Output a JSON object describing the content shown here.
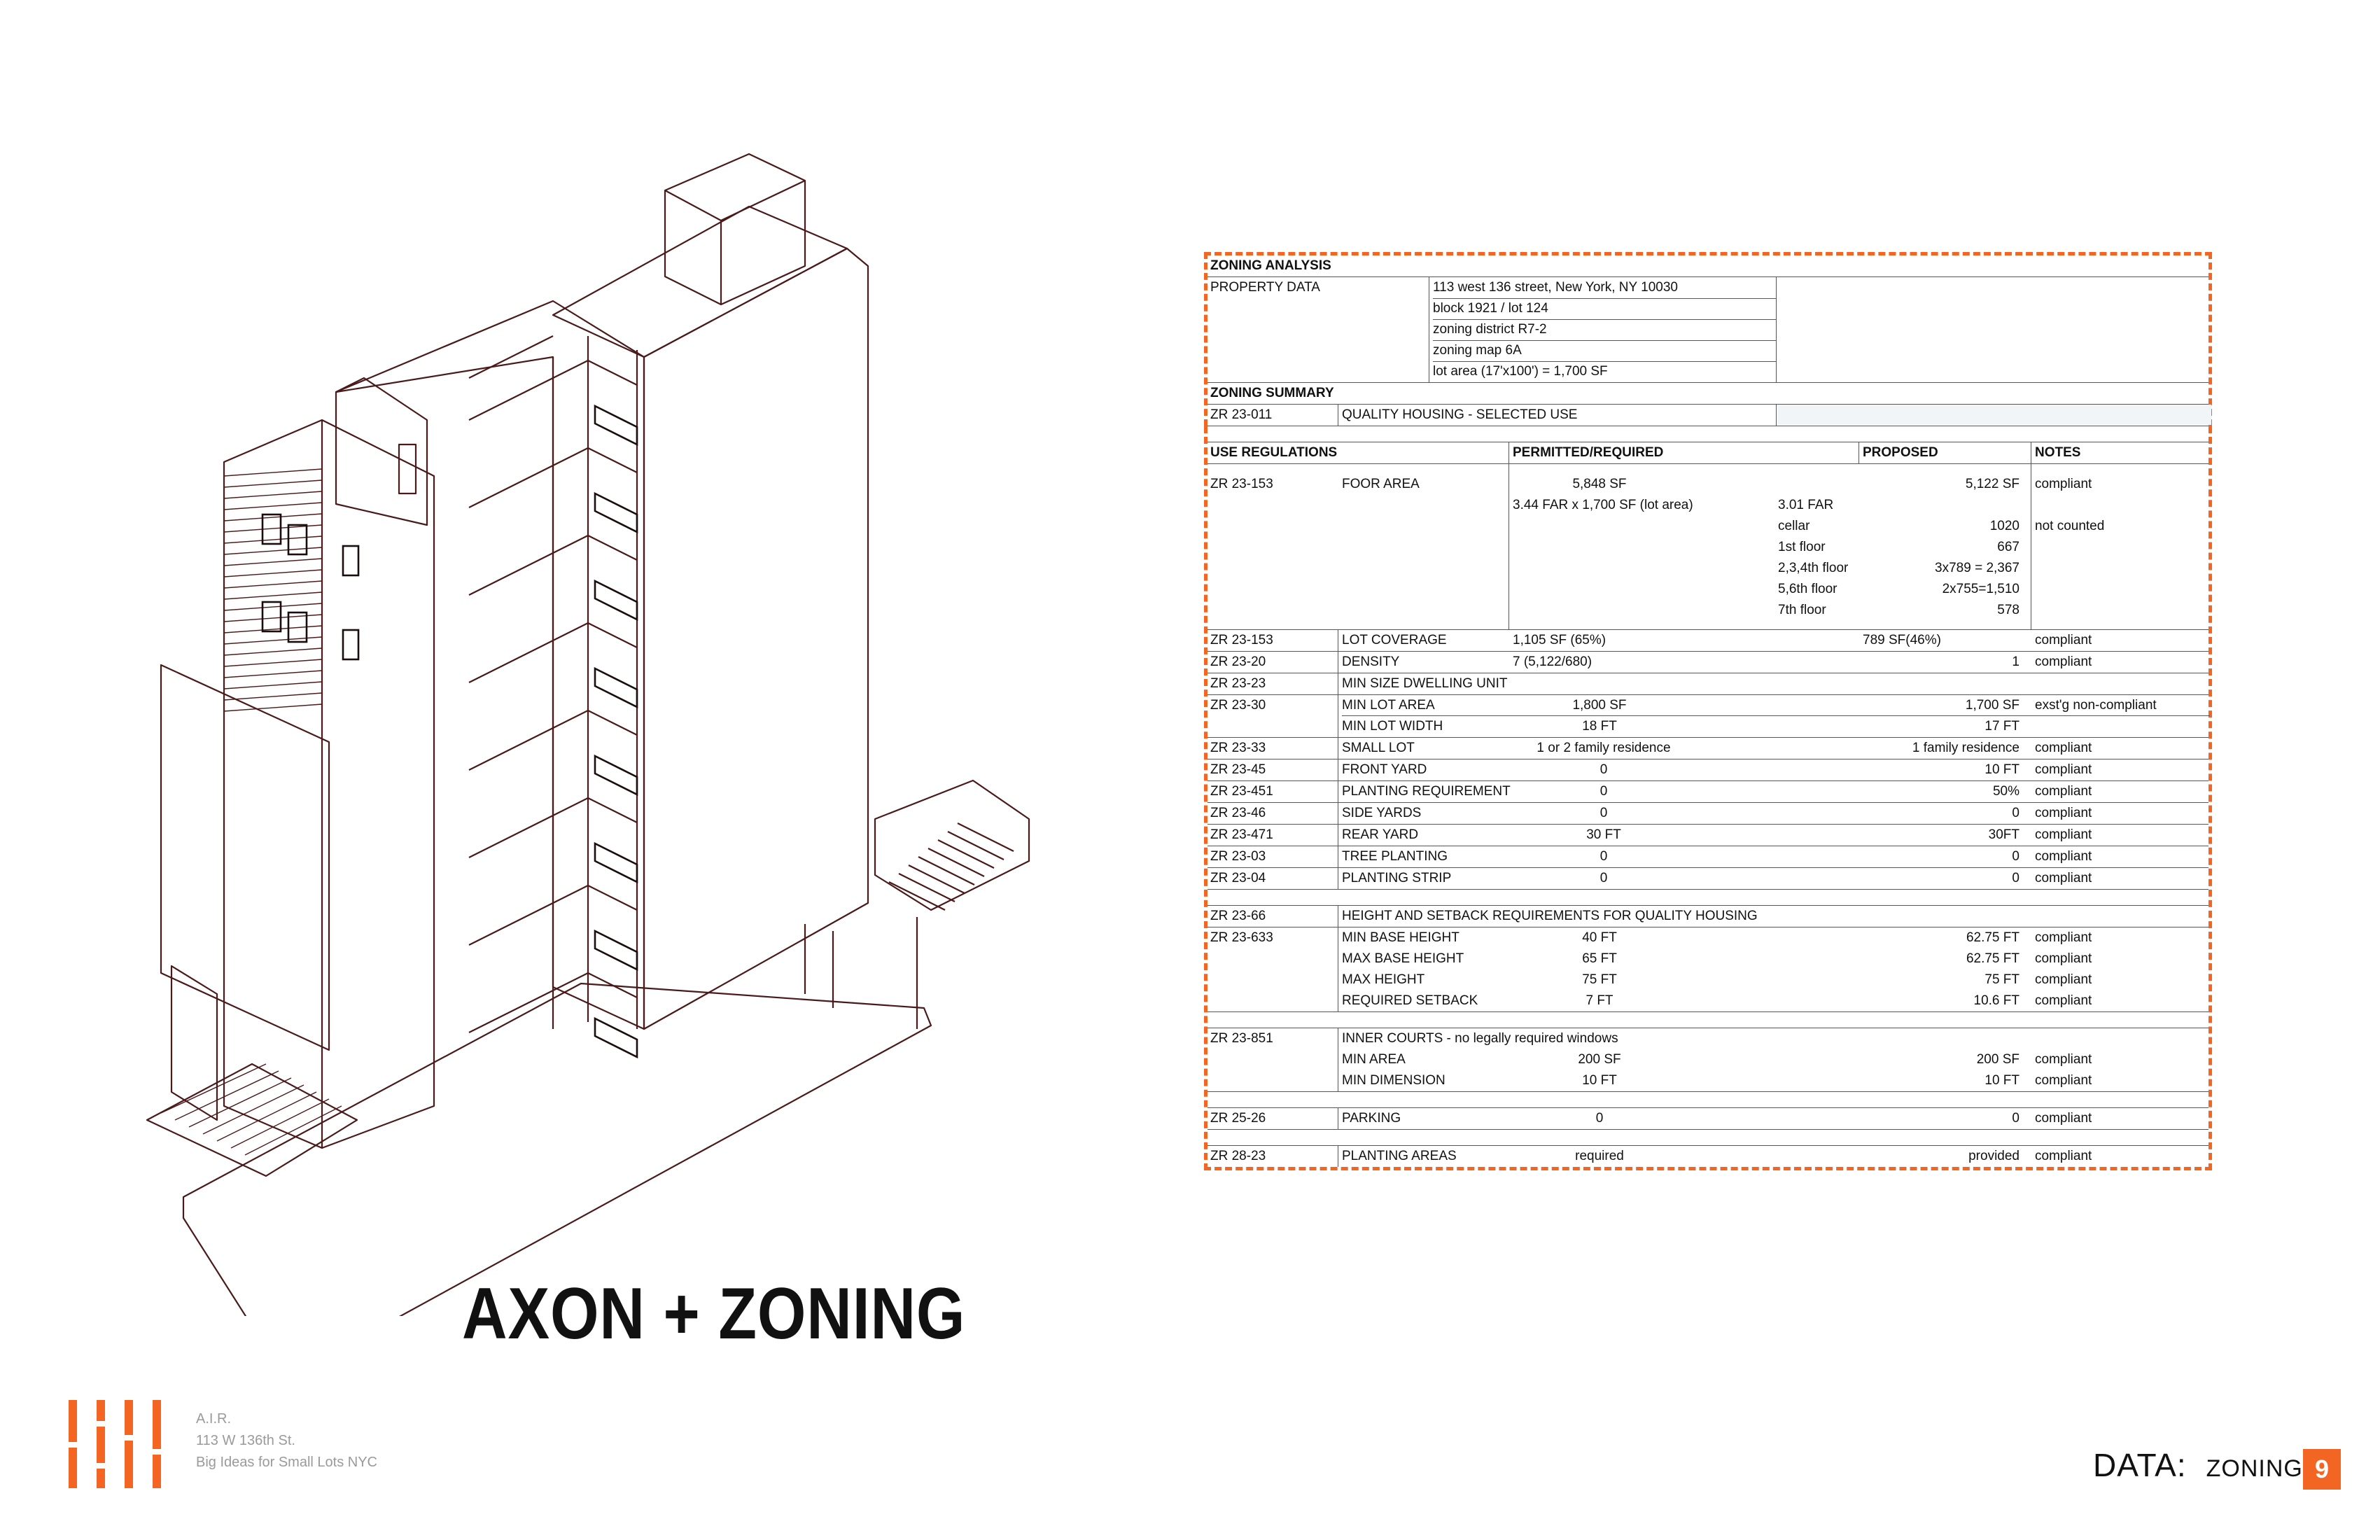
{
  "title": "AXON + ZONING",
  "credits": [
    "A.I.R.",
    "113 W 136th St.",
    "Big Ideas for Small Lots NYC"
  ],
  "footer": {
    "label": "DATA:",
    "value": "ZONING",
    "page": "9"
  },
  "colors": {
    "accent": "#f26522",
    "line": "#4a1a1a"
  },
  "zoning": {
    "analysis_title": "ZONING ANALYSIS",
    "property_label": "PROPERTY DATA",
    "property_lines": [
      "113 west 136 street, New York, NY 10030",
      "block 1921 / lot 124",
      "zoning district R7-2",
      "zoning map 6A",
      "lot area (17'x100') = 1,700 SF"
    ],
    "summary_title": "ZONING SUMMARY",
    "summary_code": "ZR 23-011",
    "summary_text": "QUALITY HOUSING - SELECTED USE",
    "headers": {
      "use": "USE REGULATIONS",
      "permitted": "PERMITTED/REQUIRED",
      "proposed": "PROPOSED",
      "notes": "NOTES"
    },
    "floor_area": {
      "code": "ZR 23-153",
      "label": "FOOR AREA",
      "permitted": "5,848 SF",
      "permitted_calc": "3.44 FAR x 1,700 SF (lot area)",
      "proposed": "5,122 SF",
      "note": "compliant",
      "breakdown": [
        {
          "label": "3.01 FAR",
          "value": "",
          "note": ""
        },
        {
          "label": "cellar",
          "value": "1020",
          "note": "not counted"
        },
        {
          "label": "1st floor",
          "value": "667",
          "note": ""
        },
        {
          "label": "2,3,4th floor",
          "value": "3x789 = 2,367",
          "note": ""
        },
        {
          "label": "5,6th floor",
          "value": "2x755=1,510",
          "note": ""
        },
        {
          "label": "7th floor",
          "value": "578",
          "note": ""
        }
      ]
    },
    "group1": [
      {
        "code": "ZR 23-153",
        "label": "LOT COVERAGE",
        "permitted": "1,105 SF (65%)",
        "proposed": "789 SF(46%)",
        "note": "compliant"
      },
      {
        "code": "ZR 23-20",
        "label": "DENSITY",
        "permitted": "7 (5,122/680)",
        "proposed": "1",
        "note": "compliant"
      },
      {
        "code": "ZR 23-23",
        "label": "MIN SIZE DWELLING UNIT",
        "permitted": "",
        "proposed": "",
        "note": ""
      },
      {
        "code": "ZR 23-30",
        "label": "MIN LOT AREA",
        "permitted": "1,800 SF",
        "proposed": "1,700 SF",
        "note": "exst'g non-compliant"
      },
      {
        "code": "",
        "label": "MIN LOT WIDTH",
        "permitted": "18 FT",
        "proposed": "17 FT",
        "note": ""
      }
    ],
    "group2": [
      {
        "code": "ZR 23-33",
        "label": "SMALL LOT",
        "permitted": "1 or 2 family residence",
        "proposed": "1 family residence",
        "note": "compliant"
      },
      {
        "code": "ZR 23-45",
        "label": "FRONT YARD",
        "permitted": "0",
        "proposed": "10 FT",
        "note": "compliant"
      },
      {
        "code": "ZR 23-451",
        "label": "PLANTING REQUIREMENT",
        "permitted": "0",
        "proposed": "50%",
        "note": "compliant"
      },
      {
        "code": "ZR 23-46",
        "label": "SIDE YARDS",
        "permitted": "0",
        "proposed": "0",
        "note": "compliant"
      },
      {
        "code": "ZR 23-471",
        "label": "REAR YARD",
        "permitted": "30 FT",
        "proposed": "30FT",
        "note": "compliant"
      },
      {
        "code": "ZR 23-03",
        "label": "TREE PLANTING",
        "permitted": "0",
        "proposed": "0",
        "note": "compliant"
      },
      {
        "code": "ZR 23-04",
        "label": "PLANTING STRIP",
        "permitted": "0",
        "proposed": "0",
        "note": "compliant"
      }
    ],
    "height": {
      "code": "ZR 23-66",
      "title": "HEIGHT AND SETBACK REQUIREMENTS FOR QUALITY HOUSING",
      "code2": "ZR 23-633",
      "rows": [
        {
          "label": "MIN BASE HEIGHT",
          "permitted": "40 FT",
          "proposed": "62.75 FT",
          "note": "compliant"
        },
        {
          "label": "MAX BASE HEIGHT",
          "permitted": "65 FT",
          "proposed": "62.75 FT",
          "note": "compliant"
        },
        {
          "label": "MAX HEIGHT",
          "permitted": "75 FT",
          "proposed": "75 FT",
          "note": "compliant"
        },
        {
          "label": "REQUIRED SETBACK",
          "permitted": "7 FT",
          "proposed": "10.6 FT",
          "note": "compliant"
        }
      ]
    },
    "courts": {
      "code": "ZR 23-851",
      "title": "INNER COURTS - no legally required windows",
      "rows": [
        {
          "label": "MIN AREA",
          "permitted": "200 SF",
          "proposed": "200 SF",
          "note": "compliant"
        },
        {
          "label": "MIN DIMENSION",
          "permitted": "10 FT",
          "proposed": "10 FT",
          "note": "compliant"
        }
      ]
    },
    "parking": {
      "code": "ZR 25-26",
      "label": "PARKING",
      "permitted": "0",
      "proposed": "0",
      "note": "compliant"
    },
    "planting": {
      "code": "ZR 28-23",
      "label": "PLANTING AREAS",
      "permitted": "required",
      "proposed": "provided",
      "note": "compliant"
    }
  }
}
